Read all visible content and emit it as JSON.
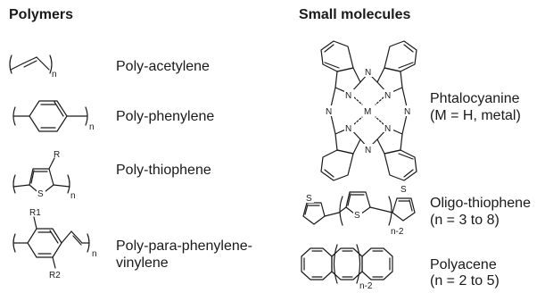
{
  "headings": {
    "polymers": "Polymers",
    "small_molecules": "Small molecules"
  },
  "polymers": [
    {
      "name": "Poly-acetylene"
    },
    {
      "name": "Poly-phenylene"
    },
    {
      "name": "Poly-thiophene"
    },
    {
      "name_line1": "Poly-para-phenylene-",
      "name_line2": "vinylene"
    }
  ],
  "small_molecules": [
    {
      "name": "Phtalocyanine",
      "detail": "(M = H, metal)"
    },
    {
      "name": "Oligo-thiophene",
      "detail": "(n = 3 to 8)"
    },
    {
      "name": "Polyacene",
      "detail": "(n = 2 to 5)"
    }
  ],
  "structure_labels": {
    "n": "n",
    "n_minus_2": "n-2",
    "S": "S",
    "R": "R",
    "R1": "R1",
    "R2": "R2",
    "N": "N",
    "M": "M"
  }
}
